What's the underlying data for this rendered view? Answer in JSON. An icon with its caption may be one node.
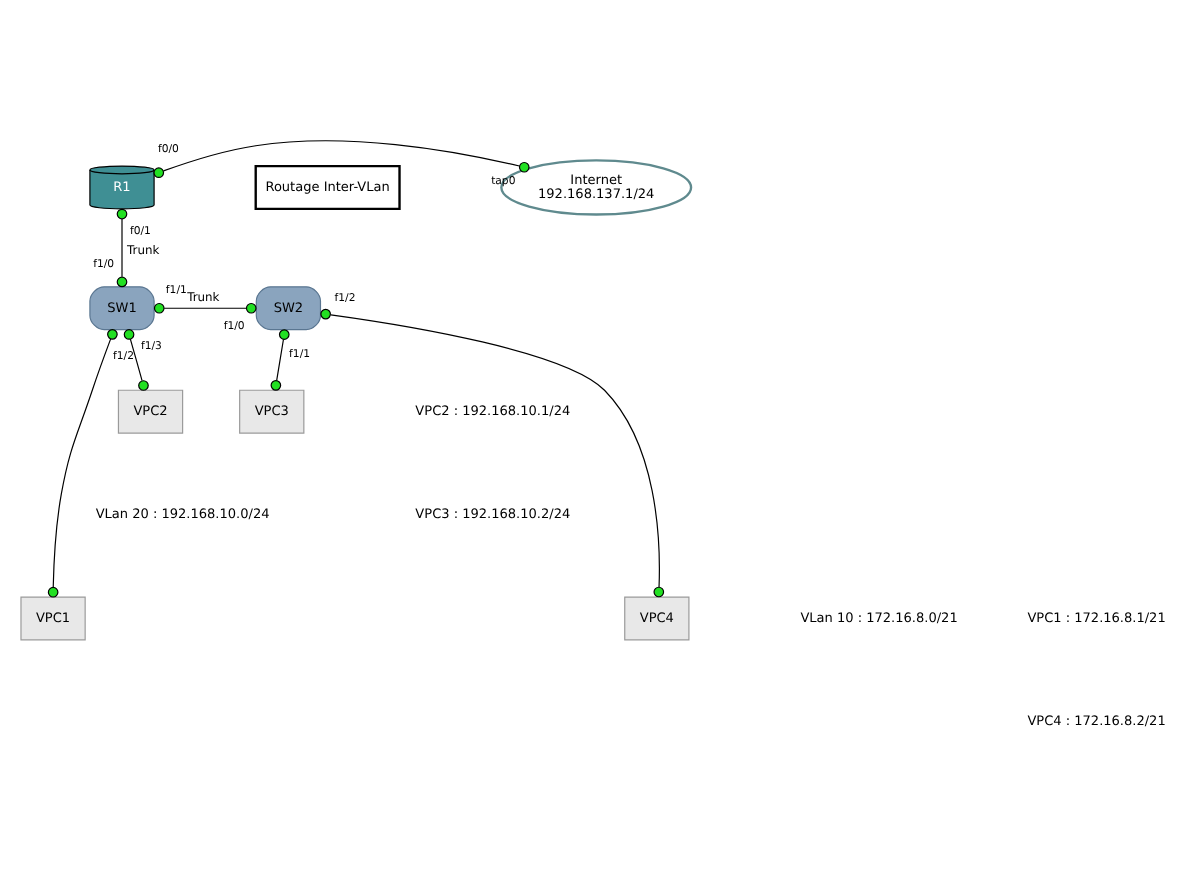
{
  "diagram": {
    "nodes": [
      {
        "text": [
          "R1"
        ]
      },
      {
        "text": [
          "Internet",
          "192.168.137.1/24"
        ]
      },
      {
        "text": [
          "SW1"
        ]
      },
      {
        "text": [
          "SW2"
        ]
      },
      {
        "text": [
          "VPC1"
        ]
      },
      {
        "text": [
          "VPC2"
        ]
      },
      {
        "text": [
          "VPC3"
        ]
      },
      {
        "text": [
          "VPC4"
        ]
      },
      {
        "text": [
          "Routage Inter-VLan"
        ]
      }
    ],
    "edges": [
      {
        "from": 0,
        "to": 1,
        "arrow": "other"
      },
      {
        "from": 0,
        "to": 2,
        "arrow": "other",
        "label": "Trunk"
      },
      {
        "from": 2,
        "to": 3,
        "arrow": "other",
        "label": "Trunk"
      },
      {
        "from": 2,
        "to": 4,
        "arrow": "other"
      },
      {
        "from": 2,
        "to": 5,
        "arrow": "other"
      },
      {
        "from": 3,
        "to": 6,
        "arrow": "other"
      },
      {
        "from": 3,
        "to": 7,
        "arrow": "other"
      }
    ],
    "labels": [
      "f0/0",
      "tap0",
      "f0/1",
      "f1/0",
      "f1/1",
      "f1/0",
      "f1/3",
      "f1/1",
      "f1/2",
      "f1/2",
      "VPC2 : 192.168.10.1/24",
      "VPC3 : 192.168.10.2/24",
      "VLan 20 : 192.168.10.0/24",
      "VPC1 : 172.16.8.1/21",
      "VPC4 : 172.16.8.2/21",
      "VLan 10 : 172.16.8.0/21"
    ]
  }
}
